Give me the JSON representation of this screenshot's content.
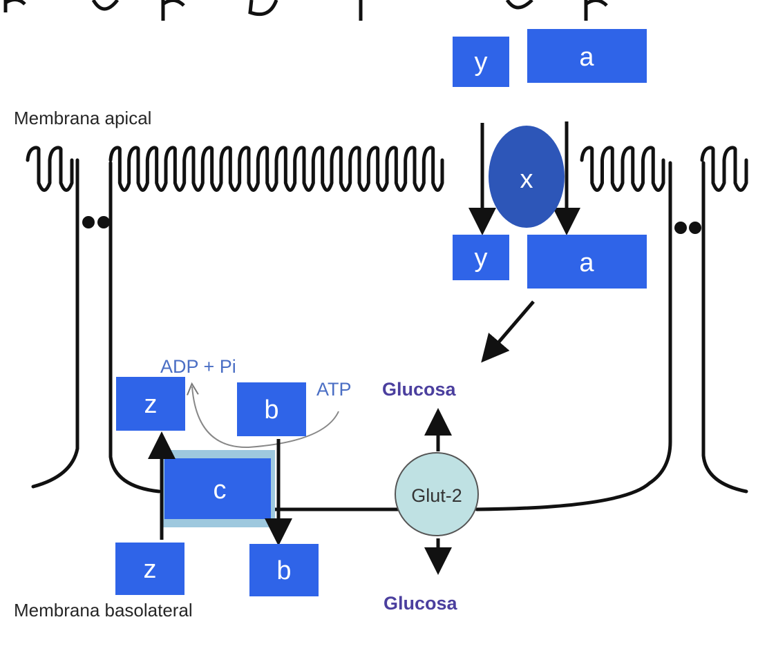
{
  "colors": {
    "box": "#2f64e8",
    "x_ellipse": "#2d56b8",
    "glut": "#bfe1e3",
    "nucleotide": "#4a6ec4",
    "glucose": "#4b3f9e",
    "channel_stripe": "#9ec8de"
  },
  "labels": {
    "apical_membrane": "Membrana apical",
    "basolateral_membrane": "Membrana basolateral",
    "adp": "ADP + Pi",
    "atp": "ATP",
    "glucose_top": "Glucosa",
    "glucose_bottom": "Glucosa",
    "glut2": "Glut-2",
    "x": "x",
    "c": "c"
  },
  "boxes": {
    "y_top": "y",
    "a_top": "a",
    "y_bottom": "y",
    "a_bottom": "a",
    "z_top": "z",
    "b_top": "b",
    "z_bottom": "z",
    "b_bottom": "b"
  }
}
